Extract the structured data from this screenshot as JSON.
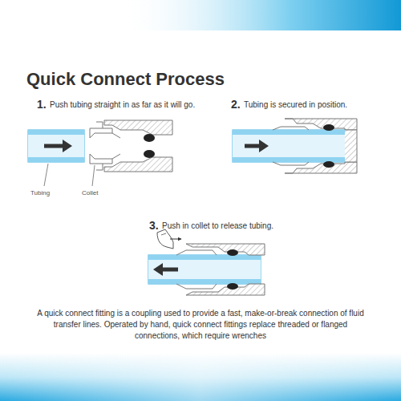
{
  "diagram": {
    "title": "Quick Connect Process",
    "caption": "A quick connect fitting is a coupling used to provide a fast, make-or-break connection of fluid transfer lines. Operated by hand, quick connect fittings replace threaded or flanged connections, which require wrenches",
    "labels": [
      "1.",
      "Push tubing straight in as far as it will go.",
      "2.",
      "Tubing is secured in position.",
      "3.",
      "Push in collet to release tubing.",
      "Tubing",
      "Collet"
    ]
  }
}
